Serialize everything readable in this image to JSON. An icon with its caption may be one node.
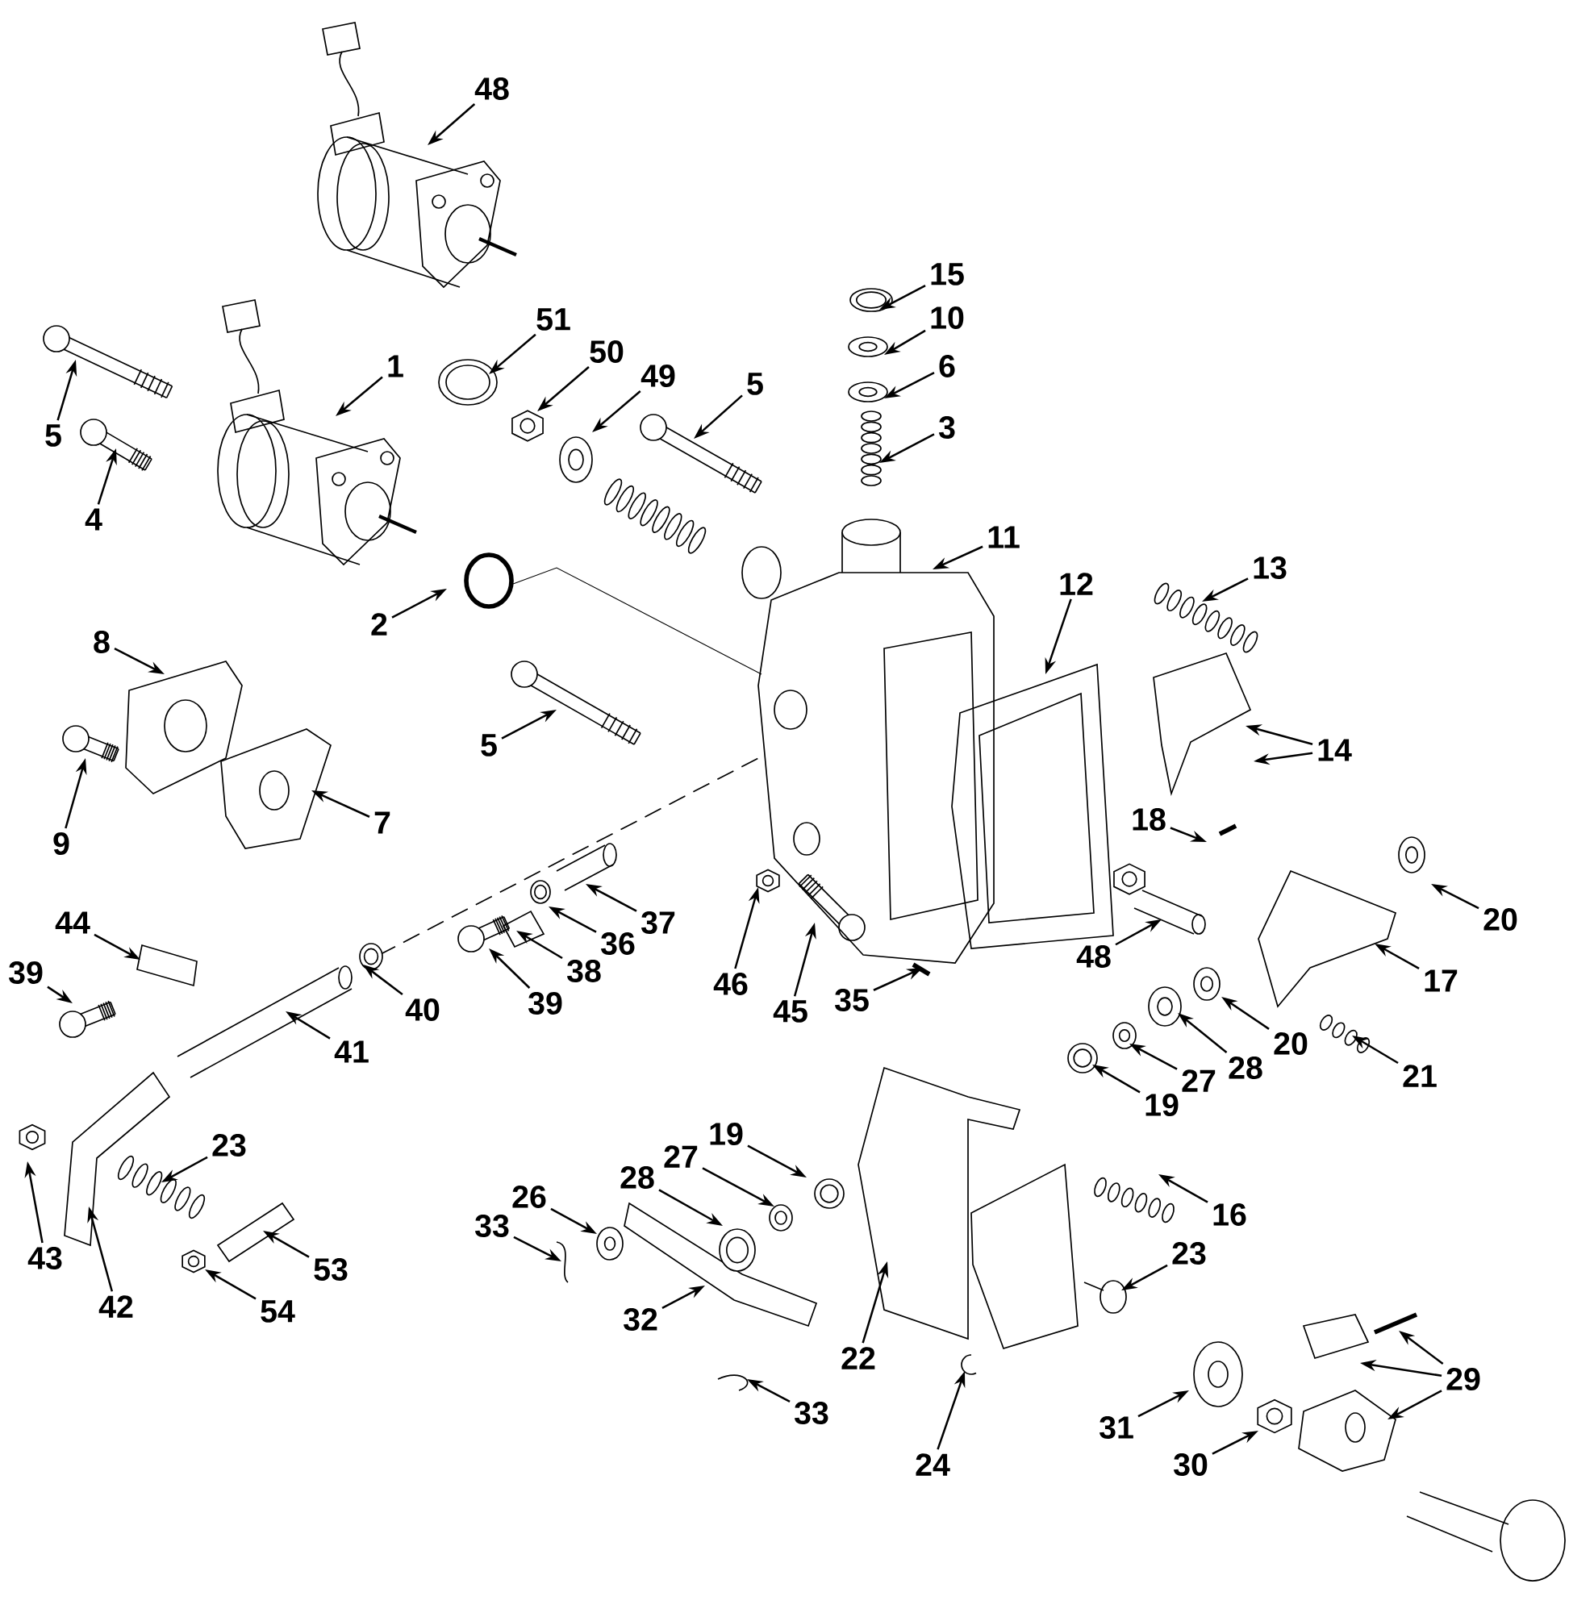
{
  "diagram": {
    "nodes": [
      {
        "text": [
          "48"
        ]
      },
      {
        "text": [
          "15"
        ]
      },
      {
        "text": [
          "10"
        ]
      },
      {
        "text": [
          "51"
        ]
      },
      {
        "text": [
          "50"
        ]
      },
      {
        "text": [
          "6"
        ]
      },
      {
        "text": [
          "1"
        ]
      },
      {
        "text": [
          "49"
        ]
      },
      {
        "text": [
          "5"
        ]
      },
      {
        "text": [
          "3"
        ]
      },
      {
        "text": [
          "5"
        ]
      },
      {
        "text": [
          "4"
        ]
      },
      {
        "text": [
          "11"
        ]
      },
      {
        "text": [
          "13"
        ]
      },
      {
        "text": [
          "12"
        ]
      },
      {
        "text": [
          "2"
        ]
      },
      {
        "text": [
          "8"
        ]
      },
      {
        "text": [
          "5"
        ]
      },
      {
        "text": [
          "14"
        ]
      },
      {
        "text": [
          "18"
        ]
      },
      {
        "text": [
          "7"
        ]
      },
      {
        "text": [
          "9"
        ]
      },
      {
        "text": [
          "20"
        ]
      },
      {
        "text": [
          "37"
        ]
      },
      {
        "text": [
          "44"
        ]
      },
      {
        "text": [
          "36"
        ]
      },
      {
        "text": [
          "48"
        ]
      },
      {
        "text": [
          "38"
        ]
      },
      {
        "text": [
          "39"
        ]
      },
      {
        "text": [
          "17"
        ]
      },
      {
        "text": [
          "46"
        ]
      },
      {
        "text": [
          "35"
        ]
      },
      {
        "text": [
          "39"
        ]
      },
      {
        "text": [
          "40"
        ]
      },
      {
        "text": [
          "45"
        ]
      },
      {
        "text": [
          "20"
        ]
      },
      {
        "text": [
          "41"
        ]
      },
      {
        "text": [
          "28"
        ]
      },
      {
        "text": [
          "21"
        ]
      },
      {
        "text": [
          "27"
        ]
      },
      {
        "text": [
          "19"
        ]
      },
      {
        "text": [
          "19"
        ]
      },
      {
        "text": [
          "23"
        ]
      },
      {
        "text": [
          "27"
        ]
      },
      {
        "text": [
          "28"
        ]
      },
      {
        "text": [
          "26"
        ]
      },
      {
        "text": [
          "16"
        ]
      },
      {
        "text": [
          "33"
        ]
      },
      {
        "text": [
          "23"
        ]
      },
      {
        "text": [
          "43"
        ]
      },
      {
        "text": [
          "53"
        ]
      },
      {
        "text": [
          "42"
        ]
      },
      {
        "text": [
          "54"
        ]
      },
      {
        "text": [
          "32"
        ]
      },
      {
        "text": [
          "22"
        ]
      },
      {
        "text": [
          "29"
        ]
      },
      {
        "text": [
          "33"
        ]
      },
      {
        "text": [
          "31"
        ]
      },
      {
        "text": [
          "24"
        ]
      },
      {
        "text": [
          "30"
        ]
      }
    ],
    "edges": [
      {
        "from": 0,
        "to": null,
        "arrow": "to"
      },
      {
        "from": 1,
        "to": null,
        "arrow": "to"
      },
      {
        "from": 2,
        "to": null,
        "arrow": "to"
      },
      {
        "from": 3,
        "to": null,
        "arrow": "to"
      },
      {
        "from": 4,
        "to": null,
        "arrow": "to"
      },
      {
        "from": 5,
        "to": null,
        "arrow": "to"
      },
      {
        "from": 6,
        "to": null,
        "arrow": "to"
      },
      {
        "from": 7,
        "to": null,
        "arrow": "to"
      },
      {
        "from": 8,
        "to": null,
        "arrow": "to"
      },
      {
        "from": 9,
        "to": null,
        "arrow": "to"
      },
      {
        "from": 10,
        "to": null,
        "arrow": "to"
      },
      {
        "from": 11,
        "to": null,
        "arrow": "to"
      },
      {
        "from": 12,
        "to": null,
        "arrow": "to"
      },
      {
        "from": 13,
        "to": null,
        "arrow": "to"
      },
      {
        "from": 14,
        "to": null,
        "arrow": "to"
      },
      {
        "from": 15,
        "to": null,
        "arrow": "to"
      },
      {
        "from": 16,
        "to": null,
        "arrow": "to"
      },
      {
        "from": 17,
        "to": null,
        "arrow": "to"
      },
      {
        "from": 18,
        "to": null,
        "arrow": "to"
      },
      {
        "from": 18,
        "to": null,
        "arrow": "to"
      },
      {
        "from": 19,
        "to": null,
        "arrow": "to"
      },
      {
        "from": 20,
        "to": null,
        "arrow": "to"
      },
      {
        "from": 21,
        "to": null,
        "arrow": "to"
      },
      {
        "from": 22,
        "to": null,
        "arrow": "to"
      },
      {
        "from": 23,
        "to": null,
        "arrow": "to"
      },
      {
        "from": 24,
        "to": null,
        "arrow": "to"
      },
      {
        "from": 25,
        "to": null,
        "arrow": "to"
      },
      {
        "from": 26,
        "to": null,
        "arrow": "to"
      },
      {
        "from": 27,
        "to": null,
        "arrow": "to"
      },
      {
        "from": 28,
        "to": null,
        "arrow": "to"
      },
      {
        "from": 29,
        "to": null,
        "arrow": "to"
      },
      {
        "from": 30,
        "to": null,
        "arrow": "to"
      },
      {
        "from": 31,
        "to": null,
        "arrow": "to"
      },
      {
        "from": 32,
        "to": null,
        "arrow": "to"
      },
      {
        "from": 33,
        "to": null,
        "arrow": "to"
      },
      {
        "from": 34,
        "to": null,
        "arrow": "to"
      },
      {
        "from": 35,
        "to": null,
        "arrow": "to"
      },
      {
        "from": 36,
        "to": null,
        "arrow": "to"
      },
      {
        "from": 37,
        "to": null,
        "arrow": "to"
      },
      {
        "from": 38,
        "to": null,
        "arrow": "to"
      },
      {
        "from": 39,
        "to": null,
        "arrow": "to"
      },
      {
        "from": 40,
        "to": null,
        "arrow": "to"
      },
      {
        "from": 41,
        "to": null,
        "arrow": "to"
      },
      {
        "from": 42,
        "to": null,
        "arrow": "to"
      },
      {
        "from": 43,
        "to": null,
        "arrow": "to"
      },
      {
        "from": 44,
        "to": null,
        "arrow": "to"
      },
      {
        "from": 45,
        "to": null,
        "arrow": "to"
      },
      {
        "from": 46,
        "to": null,
        "arrow": "to"
      },
      {
        "from": 47,
        "to": null,
        "arrow": "to"
      },
      {
        "from": 48,
        "to": null,
        "arrow": "to"
      },
      {
        "from": 49,
        "to": null,
        "arrow": "to"
      },
      {
        "from": 50,
        "to": null,
        "arrow": "to"
      },
      {
        "from": 51,
        "to": null,
        "arrow": "to"
      },
      {
        "from": 52,
        "to": null,
        "arrow": "to"
      },
      {
        "from": 53,
        "to": null,
        "arrow": "to"
      },
      {
        "from": 54,
        "to": null,
        "arrow": "to"
      },
      {
        "from": 55,
        "to": null,
        "arrow": "to"
      },
      {
        "from": 55,
        "to": null,
        "arrow": "to"
      },
      {
        "from": 55,
        "to": null,
        "arrow": "to"
      },
      {
        "from": 56,
        "to": null,
        "arrow": "to"
      },
      {
        "from": 57,
        "to": null,
        "arrow": "to"
      },
      {
        "from": 58,
        "to": null,
        "arrow": "to"
      },
      {
        "from": 59,
        "to": null,
        "arrow": "to"
      }
    ]
  }
}
